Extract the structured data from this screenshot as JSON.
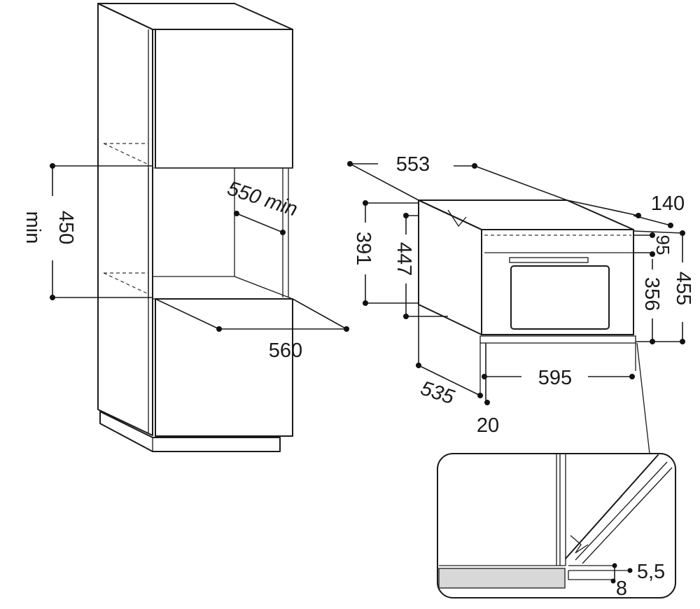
{
  "diagram": {
    "cabinet": {
      "dimensions": {
        "height_min": "450",
        "height_min_unit": "min",
        "depth_min": "550 min",
        "width": "560"
      }
    },
    "appliance": {
      "dimensions": {
        "top_depth": "553",
        "front_width": "595",
        "total_height": "455",
        "body_height": "391",
        "side_height": "447",
        "inner_height": "356",
        "top_offset": "140",
        "small_offset": "95",
        "side_depth": "535",
        "bottom_offset": "20"
      }
    },
    "detail": {
      "dimensions": {
        "gap": "5,5",
        "thickness": "8"
      }
    }
  }
}
